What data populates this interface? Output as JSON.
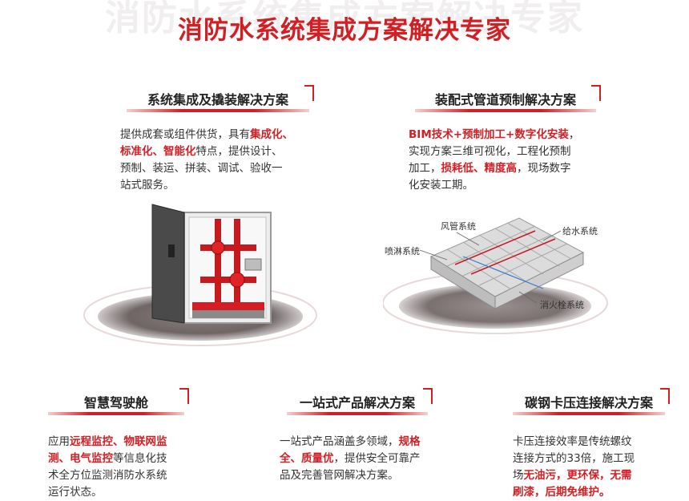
{
  "watermark": "消防水系统集成方案解决专家",
  "title": "消防水系统集成方案解决专家",
  "sections": {
    "integration": {
      "heading": "系统集成及撬装解决方案",
      "lines": [
        [
          {
            "t": "提供成套或组件供货，具有"
          },
          {
            "t": "集成化、",
            "hl": true
          }
        ],
        [
          {
            "t": "标准化、",
            "hl": true
          },
          {
            "t": "智能化",
            "hl": true
          },
          {
            "t": "特点，提供设计、"
          }
        ],
        [
          {
            "t": "预制、装运、拼装、调试、验收一"
          }
        ],
        [
          {
            "t": "站式服务。"
          }
        ]
      ]
    },
    "prefab": {
      "heading": "装配式管道预制解决方案",
      "lines": [
        [
          {
            "t": "BIM技术+预制加工+数字化安装",
            "hl": true
          },
          {
            "t": "，"
          }
        ],
        [
          {
            "t": "实现方案三维可视化，工程化预制"
          }
        ],
        [
          {
            "t": "加工，"
          },
          {
            "t": "损耗低、精度高",
            "hl": true
          },
          {
            "t": "，现场数字"
          }
        ],
        [
          {
            "t": "化安装工期。"
          }
        ]
      ],
      "labels": {
        "duct": "风管系统",
        "water_supply": "给水系统",
        "sprinkler": "喷淋系统",
        "hydrant": "消火栓系统"
      }
    },
    "cockpit": {
      "heading": "智慧驾驶舱",
      "lines": [
        [
          {
            "t": "应用"
          },
          {
            "t": "远程监控、物联网监",
            "hl": true
          }
        ],
        [
          {
            "t": "测、电气监控",
            "hl": true
          },
          {
            "t": "等信息化技"
          }
        ],
        [
          {
            "t": "术全方位监测消防水系统"
          }
        ],
        [
          {
            "t": "运行状态。"
          }
        ]
      ]
    },
    "onestop": {
      "heading": "一站式产品解决方案",
      "lines": [
        [
          {
            "t": "一站式产品涵盖多领域，"
          },
          {
            "t": "规格",
            "hl": true
          }
        ],
        [
          {
            "t": "全、质量优",
            "hl": true
          },
          {
            "t": "，提供安全可靠产"
          }
        ],
        [
          {
            "t": "品及完善管网解决方案。"
          }
        ]
      ]
    },
    "press": {
      "heading": "碳钢卡压连接解决方案",
      "lines": [
        [
          {
            "t": "卡压连接效率是传统螺纹"
          }
        ],
        [
          {
            "t": "连接方式的33倍，施工现"
          }
        ],
        [
          {
            "t": "场"
          },
          {
            "t": "无油污，更环保，无需",
            "hl": true
          }
        ],
        [
          {
            "t": "刷漆，后期免维护。",
            "hl": true
          }
        ]
      ]
    }
  },
  "colors": {
    "accent": "#d21f24",
    "text": "#333333"
  }
}
